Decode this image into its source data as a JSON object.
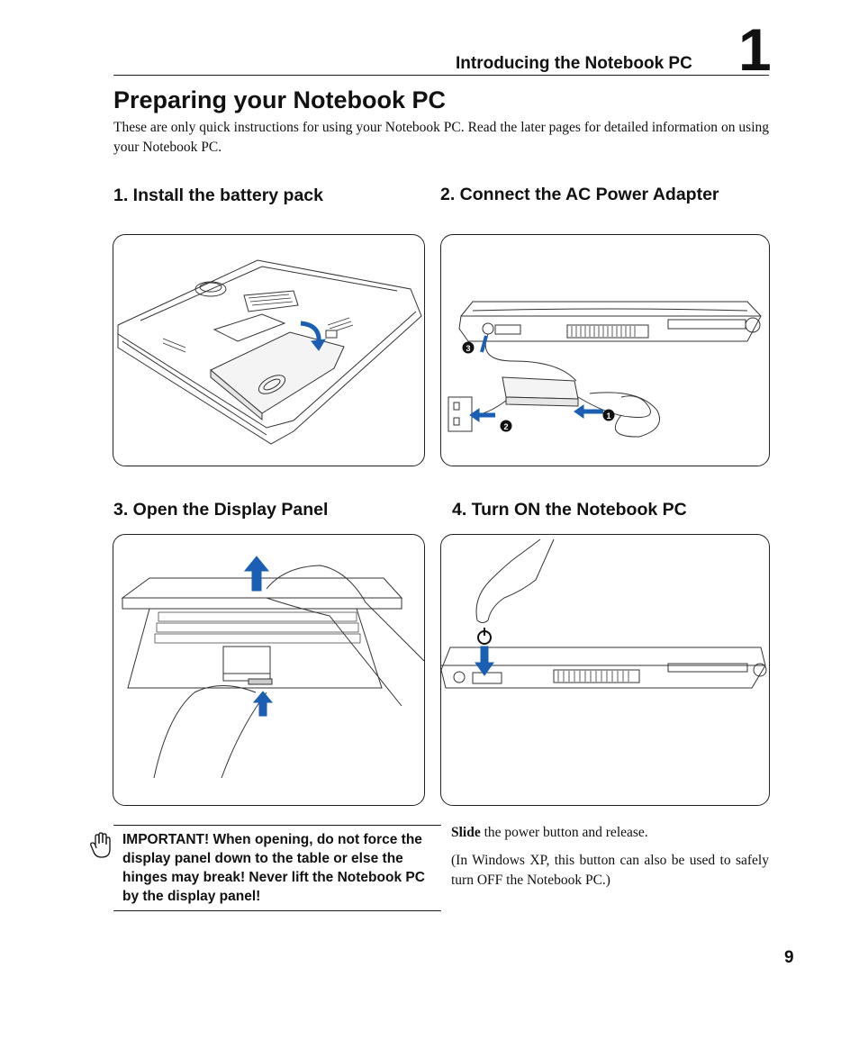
{
  "header": {
    "section_title": "Introducing the Notebook PC",
    "chapter_number": "1"
  },
  "page_title": "Preparing your Notebook PC",
  "intro": "These are only quick instructions for using your Notebook PC. Read the later pages for detailed information on using your Notebook PC.",
  "steps": [
    {
      "heading": "1. Install the battery pack"
    },
    {
      "heading": "2. Connect the AC Power Adapter",
      "callouts": [
        "1",
        "2",
        "3"
      ]
    },
    {
      "heading": "3. Open the Display Panel"
    },
    {
      "heading": "4. Turn ON the Notebook PC"
    }
  ],
  "important_note": "IMPORTANT!  When opening, do not force the display panel down to the table or else the hinges may break! Never lift the Notebook PC by the display panel!",
  "power_instructions": {
    "slide_bold": "Slide",
    "slide_rest": " the power button and release.",
    "winxp_note": "(In Windows XP, this button can also be used to safely turn OFF the Notebook PC.)"
  },
  "page_number": "9",
  "colors": {
    "arrow_blue": "#1a5fb4",
    "line": "#333333"
  }
}
